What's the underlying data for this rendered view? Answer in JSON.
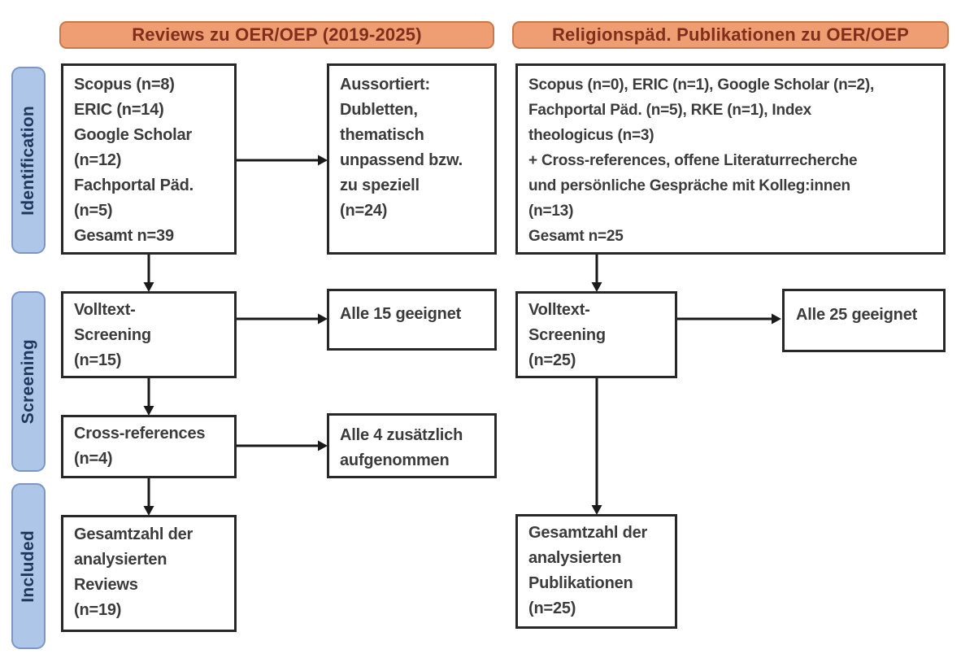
{
  "diagram": {
    "headers": {
      "left": "Reviews zu OER/OEP (2019-2025)",
      "right": "Religionspäd. Publikationen zu OER/OEP"
    },
    "stages": {
      "identification": "Identification",
      "screening": "Screening",
      "included": "Included"
    },
    "left_column": {
      "sources": "Scopus (n=8)\nERIC (n=14)\nGoogle Scholar\n(n=12)\nFachportal Päd.\n(n=5)\nGesamt n=39",
      "excluded": "Aussortiert:\nDubletten,\nthematisch\nunpassend bzw.\nzu speziell\n(n=24)",
      "fulltext_screening": "Volltext-\nScreening\n(n=15)",
      "fulltext_result": "Alle 15 geeignet",
      "cross_references": "Cross-references\n(n=4)",
      "cross_references_result": "Alle 4 zusätzlich\naufgenommen",
      "included_total": "Gesamtzahl der\nanalysierten\nReviews\n(n=19)"
    },
    "right_column": {
      "sources": "Scopus (n=0), ERIC (n=1), Google Scholar (n=2),\nFachportal Päd. (n=5), RKE (n=1), Index\ntheologicus (n=3)\n+ Cross-references, offene Literaturrecherche\nund persönliche Gespräche mit Kolleg:innen\n(n=13)\nGesamt n=25",
      "fulltext_screening": "Volltext-\nScreening\n(n=25)",
      "fulltext_result": "Alle 25 geeignet",
      "included_total": "Gesamtzahl der\nanalysierten\nPublikationen\n(n=25)"
    },
    "colors": {
      "header_fill": "#EE9E72",
      "header_border": "#C6794B",
      "header_text": "#7F2F1B",
      "stage_fill": "#AEC7E9",
      "stage_border": "#7B97C6",
      "stage_text": "#20375C",
      "box_border": "#282828",
      "box_text": "#3B3B3B",
      "arrow": "#1A1A1A",
      "background": "#FFFFFF"
    }
  }
}
